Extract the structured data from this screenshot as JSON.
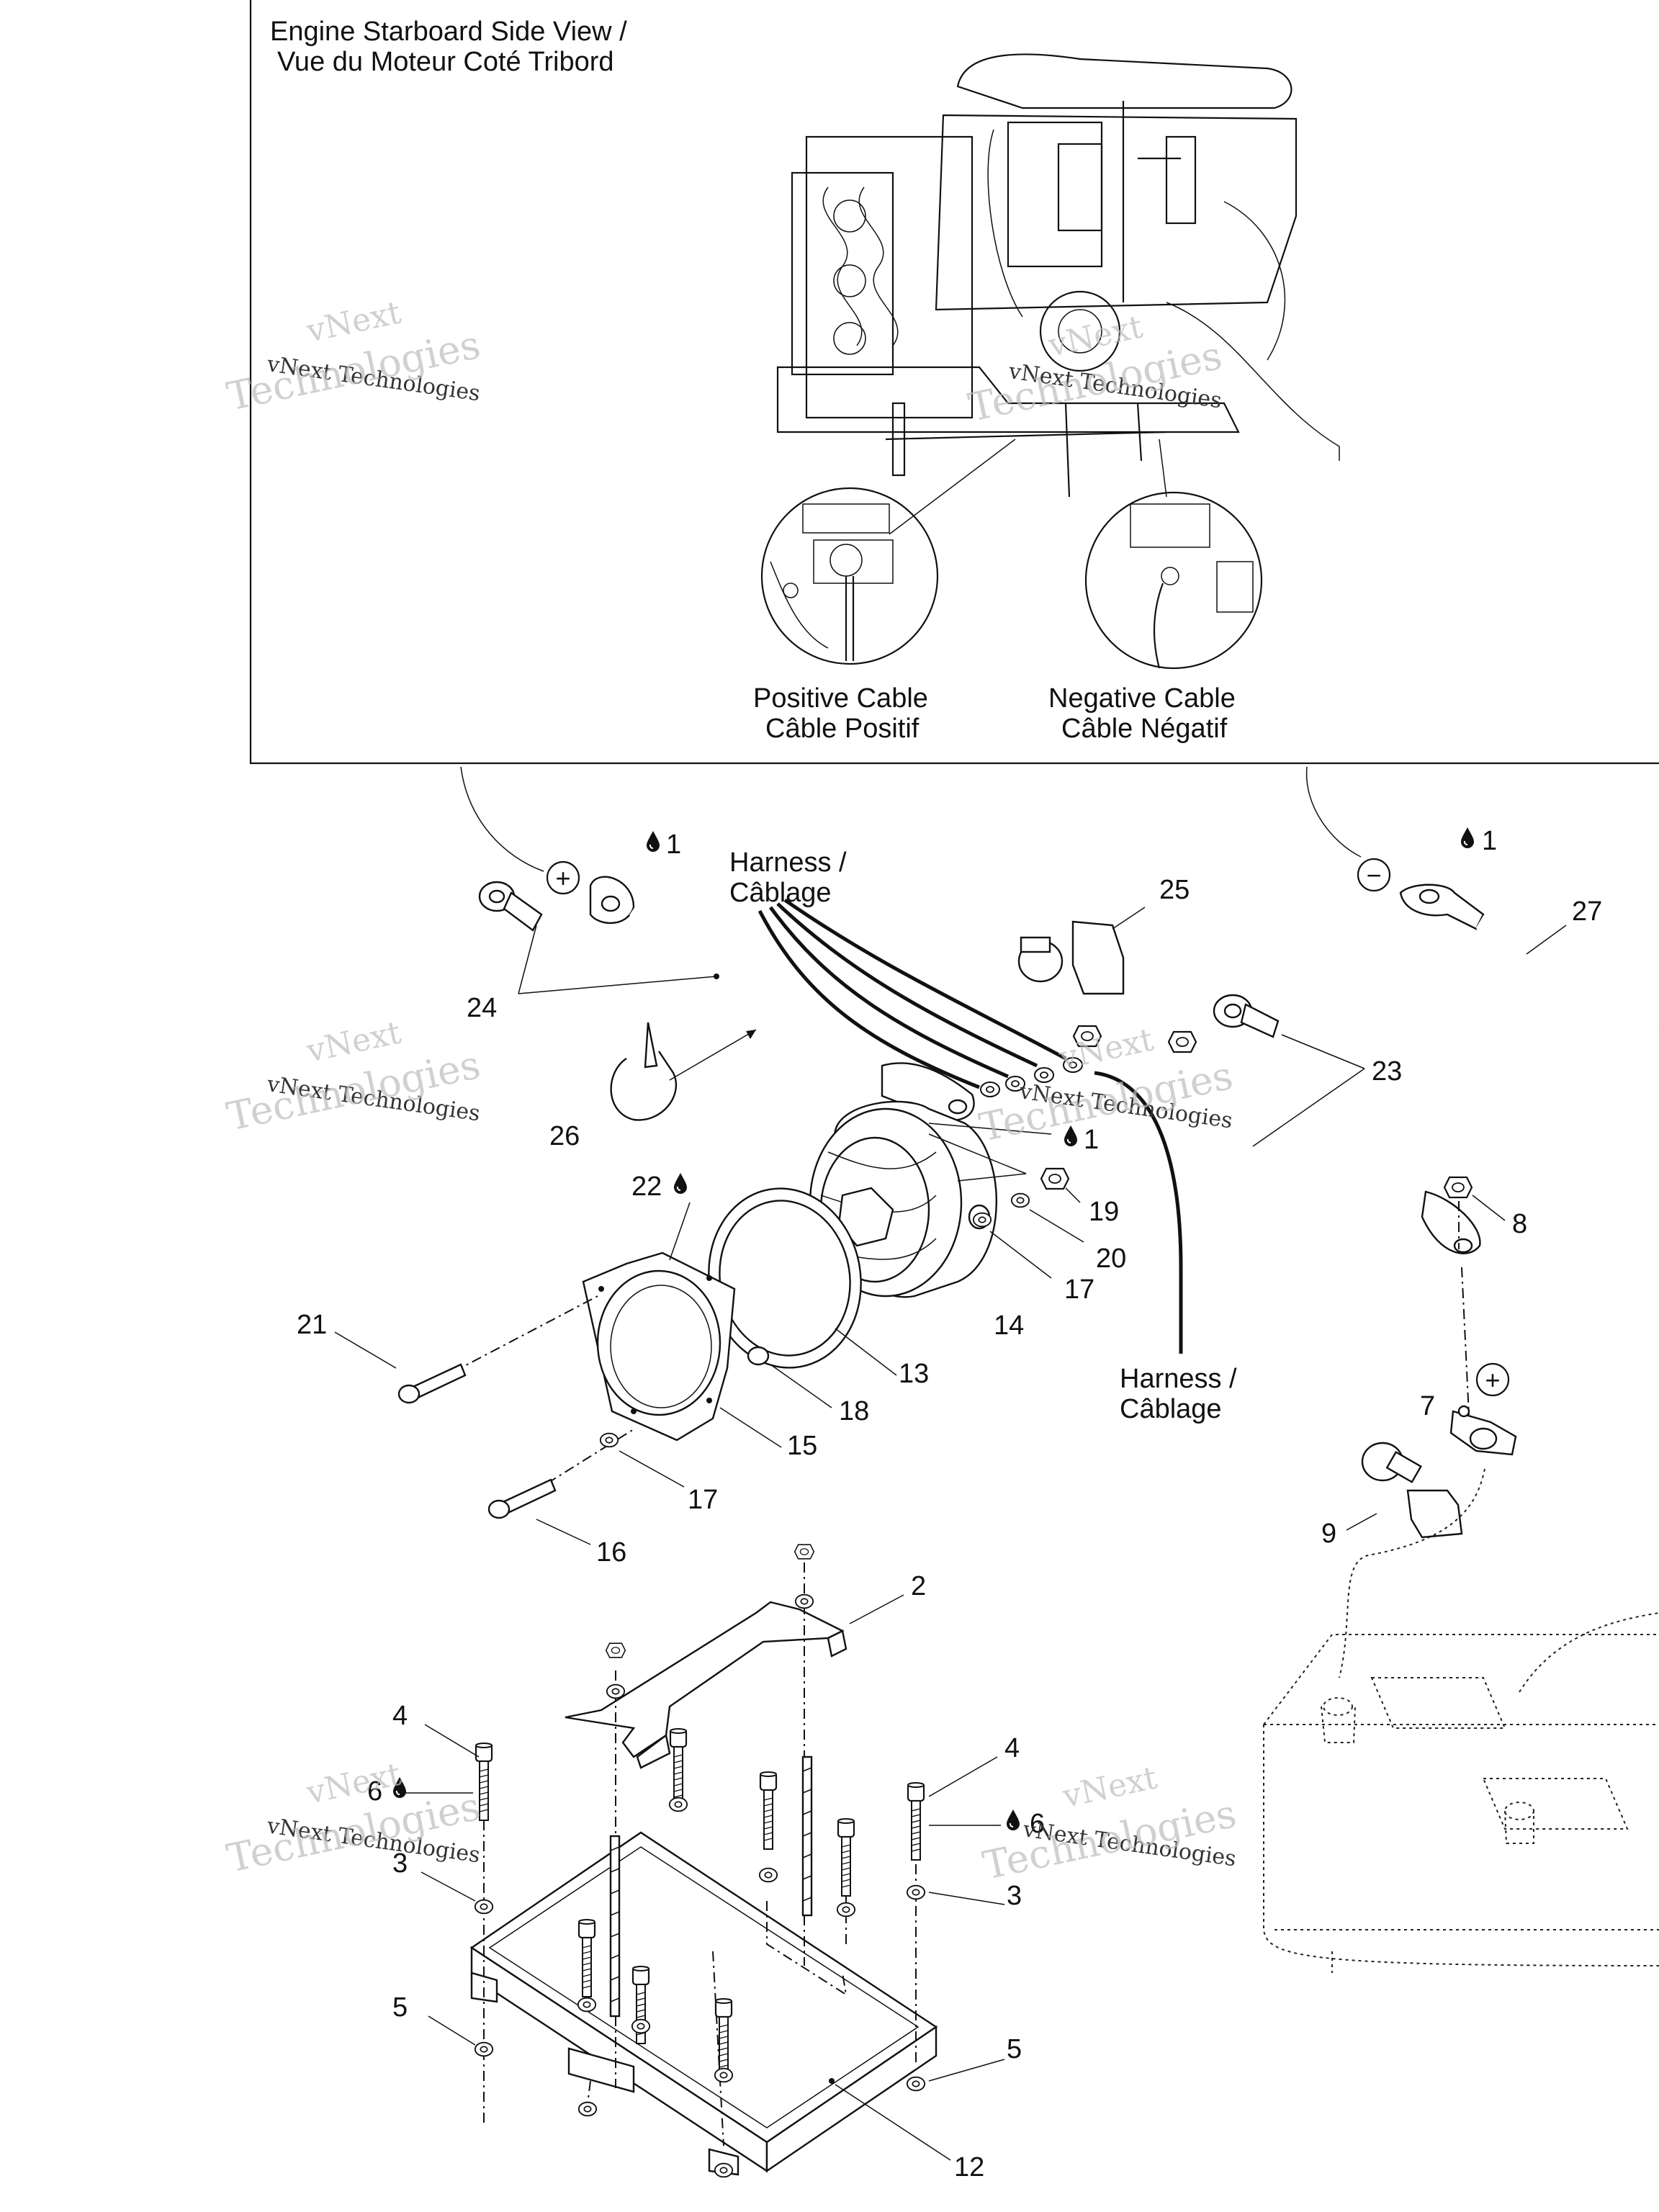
{
  "inset": {
    "title_line1": "Engine Starboard Side View /",
    "title_line2": "Vue du Moteur Coté Tribord",
    "positive_en": "Positive Cable",
    "positive_fr": "Câble Positif",
    "negative_en": "Negative Cable",
    "negative_fr": "Câble Négatif"
  },
  "harness_labels": {
    "top_line1": "Harness /",
    "top_line2": "Câblage",
    "bottom_line1": "Harness /",
    "bottom_line2": "Câblage"
  },
  "polarity": {
    "plus": "+",
    "minus": "−"
  },
  "parts": {
    "p1a": "1",
    "p1b": "1",
    "p1c": "1",
    "p2": "2",
    "p3a": "3",
    "p3b": "3",
    "p4a": "4",
    "p4b": "4",
    "p5a": "5",
    "p5b": "5",
    "p6a": "6",
    "p6b": "6",
    "p7": "7",
    "p8": "8",
    "p9": "9",
    "p12": "12",
    "p13": "13",
    "p14": "14",
    "p15": "15",
    "p16": "16",
    "p17a": "17",
    "p17b": "17",
    "p18": "18",
    "p19": "19",
    "p20": "20",
    "p21": "21",
    "p22": "22",
    "p23": "23",
    "p24": "24",
    "p25": "25",
    "p26": "26",
    "p27": "27"
  },
  "watermark": {
    "line1": "vNext",
    "line2": "vNext Technologies",
    "line3": "Technologies"
  },
  "icons": [
    "adhesive-drop-icon",
    "plus-terminal-icon",
    "minus-terminal-icon"
  ]
}
